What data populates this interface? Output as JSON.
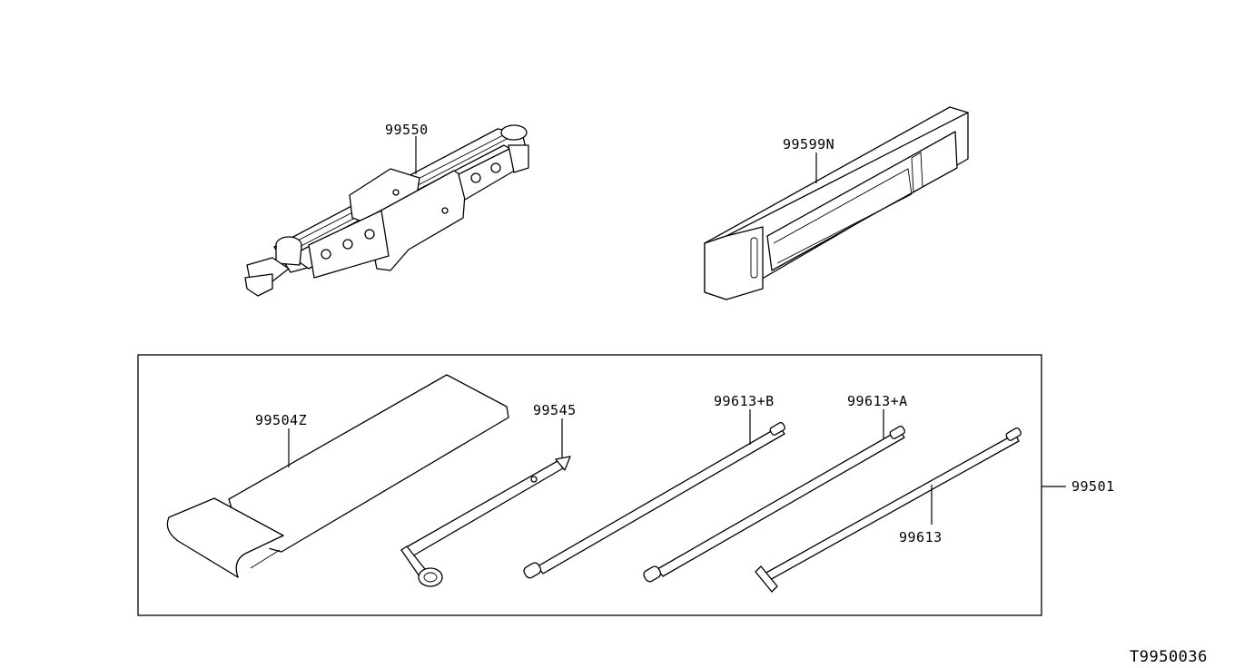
{
  "parts": {
    "jack": "99550",
    "jack_bag": "99599N",
    "tool_set": "99501",
    "tool_bag": "99504Z",
    "wheel_wrench": "99545",
    "extension_b": "99613+B",
    "extension_a": "99613+A",
    "jack_handle": "99613"
  },
  "diagram_id": "T9950036"
}
